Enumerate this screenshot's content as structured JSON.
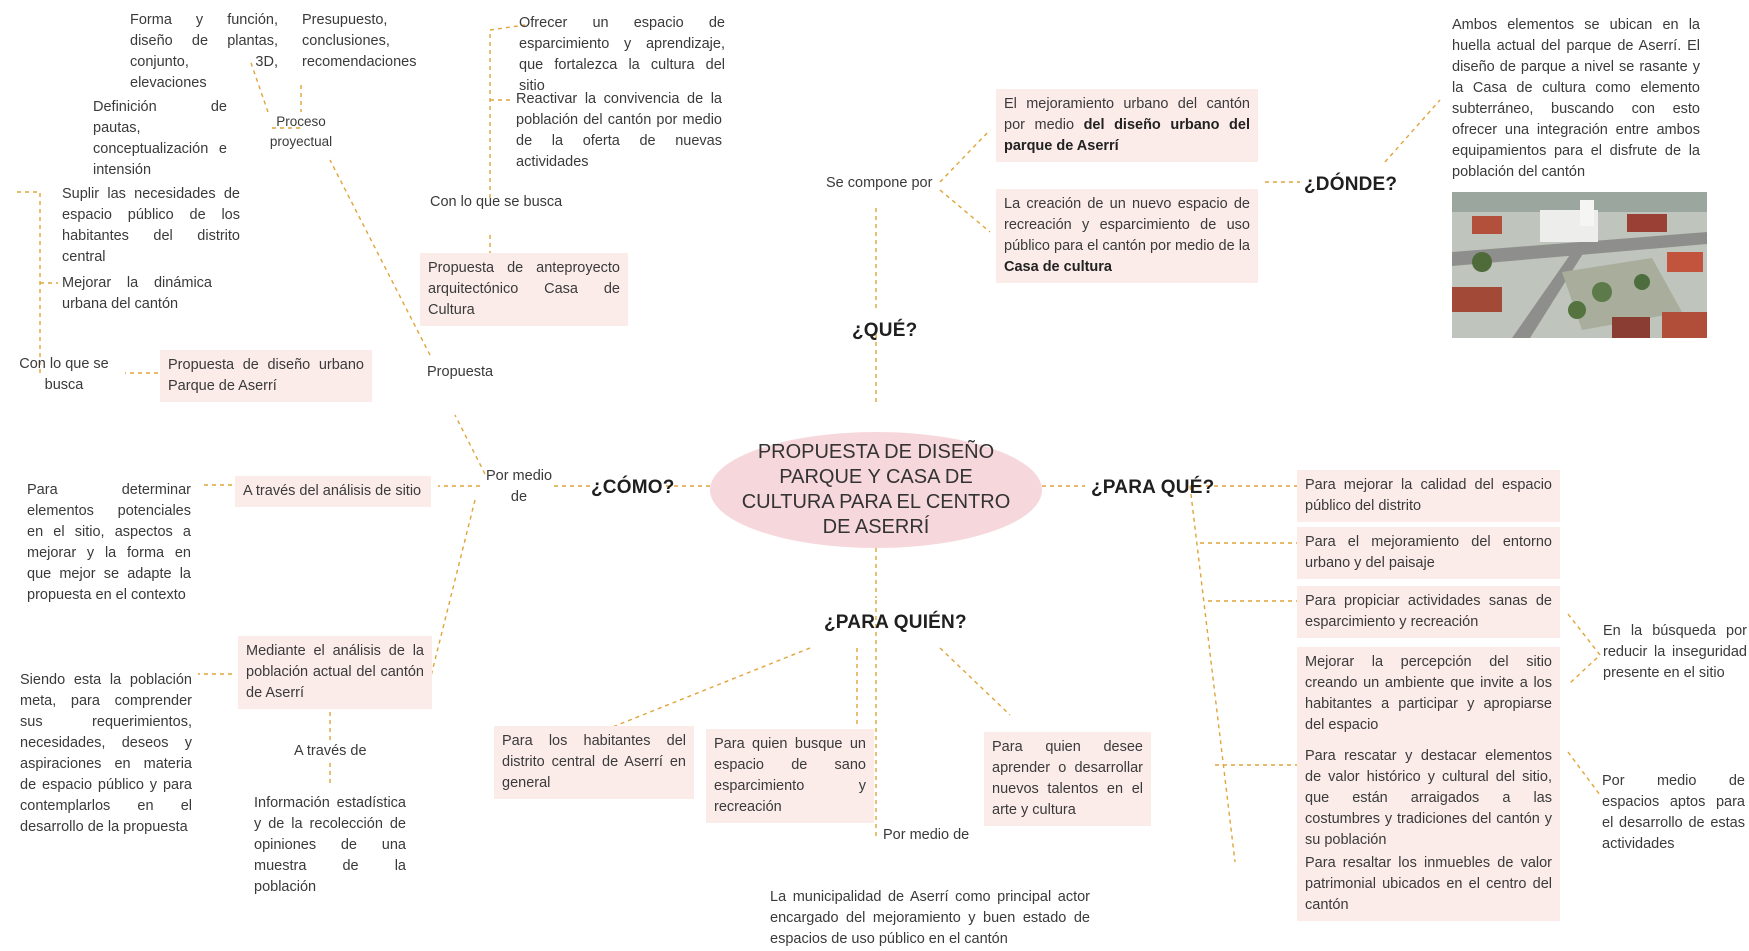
{
  "center": {
    "title": "PROPUESTA DE DISEÑO PARQUE Y CASA DE CULTURA PARA EL CENTRO DE ASERRÍ"
  },
  "headings": {
    "que": "¿QUÉ?",
    "donde": "¿DÓNDE?",
    "como": "¿CÓMO?",
    "para_que": "¿PARA QUÉ?",
    "para_quien": "¿PARA QUIÉN?"
  },
  "que": {
    "connector": "Se compone por",
    "item1_pre": "El mejoramiento urbano  del cantón por medio ",
    "item1_bold": "del diseño urbano del parque de Aserrí",
    "item2_pre": "La creación de un nuevo espacio de recreación y esparcimiento de uso público para el cantón por medio de la ",
    "item2_bold": "Casa de cultura"
  },
  "donde": {
    "text": "Ambos elementos se ubican en la huella actual del parque de Aserrí. El diseño de parque a nivel se rasante y la Casa de cultura como elemento subterráneo,  buscando con esto ofrecer una integración entre ambos equipamientos para el disfrute de la población del cantón"
  },
  "como": {
    "por_medio_de": "Por medio de",
    "propuesta": "Propuesta",
    "proceso": "Proceso proyectual",
    "forma": "Forma y función, diseño de plantas, conjunto, 3D, elevaciones",
    "presupuesto": "Presupuesto, conclusiones, recomendaciones",
    "pautas": "Definición de pautas, conceptualización e intensión",
    "con_lo_que_se_busca_1": "Con lo que se busca",
    "ofrecer": "Ofrecer un espacio de esparcimiento y aprendizaje, que fortalezca la cultura del sitio",
    "reactivar": "Reactivar la convivencia de la población del cantón por medio de la oferta de nuevas actividades",
    "anteproyecto": "Propuesta de anteproyecto arquitectónico Casa de Cultura",
    "suplir": "Suplir las necesidades de espacio público de los habitantes del distrito central",
    "mejorar_dinamica": "Mejorar la dinámica urbana del cantón",
    "con_lo_que_se_busca_2": "Con lo que se busca",
    "propuesta_urbana": "Propuesta de diseño urbano Parque de Aserrí",
    "analisis_sitio": "A través del análisis de sitio",
    "determinar": "Para determinar elementos potenciales en el sitio, aspectos a mejorar y la forma en que mejor se adapte la propuesta en el contexto",
    "analisis_poblacion": "Mediante el análisis de la población actual del cantón de Aserrí",
    "poblacion_meta": "Siendo esta la población meta, para comprender sus requerimientos, necesidades, deseos y aspiraciones en materia de espacio público y para contemplarlos en el desarrollo de la propuesta",
    "a_traves_de": "A través de",
    "informacion": "Información estadística y de la recolección de opiniones de una muestra de la población"
  },
  "para_quien": {
    "habitantes": "Para los habitantes del distrito central de Aserrí en general",
    "busque": "Para quien busque un espacio de sano esparcimiento y recreación",
    "desee": "Para quien desee aprender o desarrollar nuevos talentos en el arte y cultura",
    "por_medio_de": "Por medio de",
    "municipalidad": "La municipalidad de Aserrí como principal actor encargado del mejoramiento y buen estado de espacios de uso público en el cantón"
  },
  "para_que": {
    "calidad": "Para mejorar la calidad del espacio público del distrito",
    "entorno": "Para el mejoramiento del entorno urbano y del paisaje",
    "actividades": "Para propiciar actividades sanas de esparcimiento y recreación",
    "percepcion": "Mejorar la percepción del sitio creando un ambiente que invite a los habitantes a participar y apropiarse del espacio",
    "inseguridad": "En la búsqueda por reducir la inseguridad presente en el sitio",
    "rescatar": "Para rescatar y destacar elementos de valor histórico y cultural del sitio, que están arraigados a las costumbres y tradiciones del cantón y su población",
    "espacios_aptos": "Por medio de espacios aptos para el desarrollo de estas actividades",
    "inmuebles": "Para resaltar los inmuebles de valor patrimonial ubicados en el centro del cantón"
  },
  "colors": {
    "connector": "#e0a43a",
    "box": "#fbecea",
    "ellipse": "#f6d7dc"
  }
}
